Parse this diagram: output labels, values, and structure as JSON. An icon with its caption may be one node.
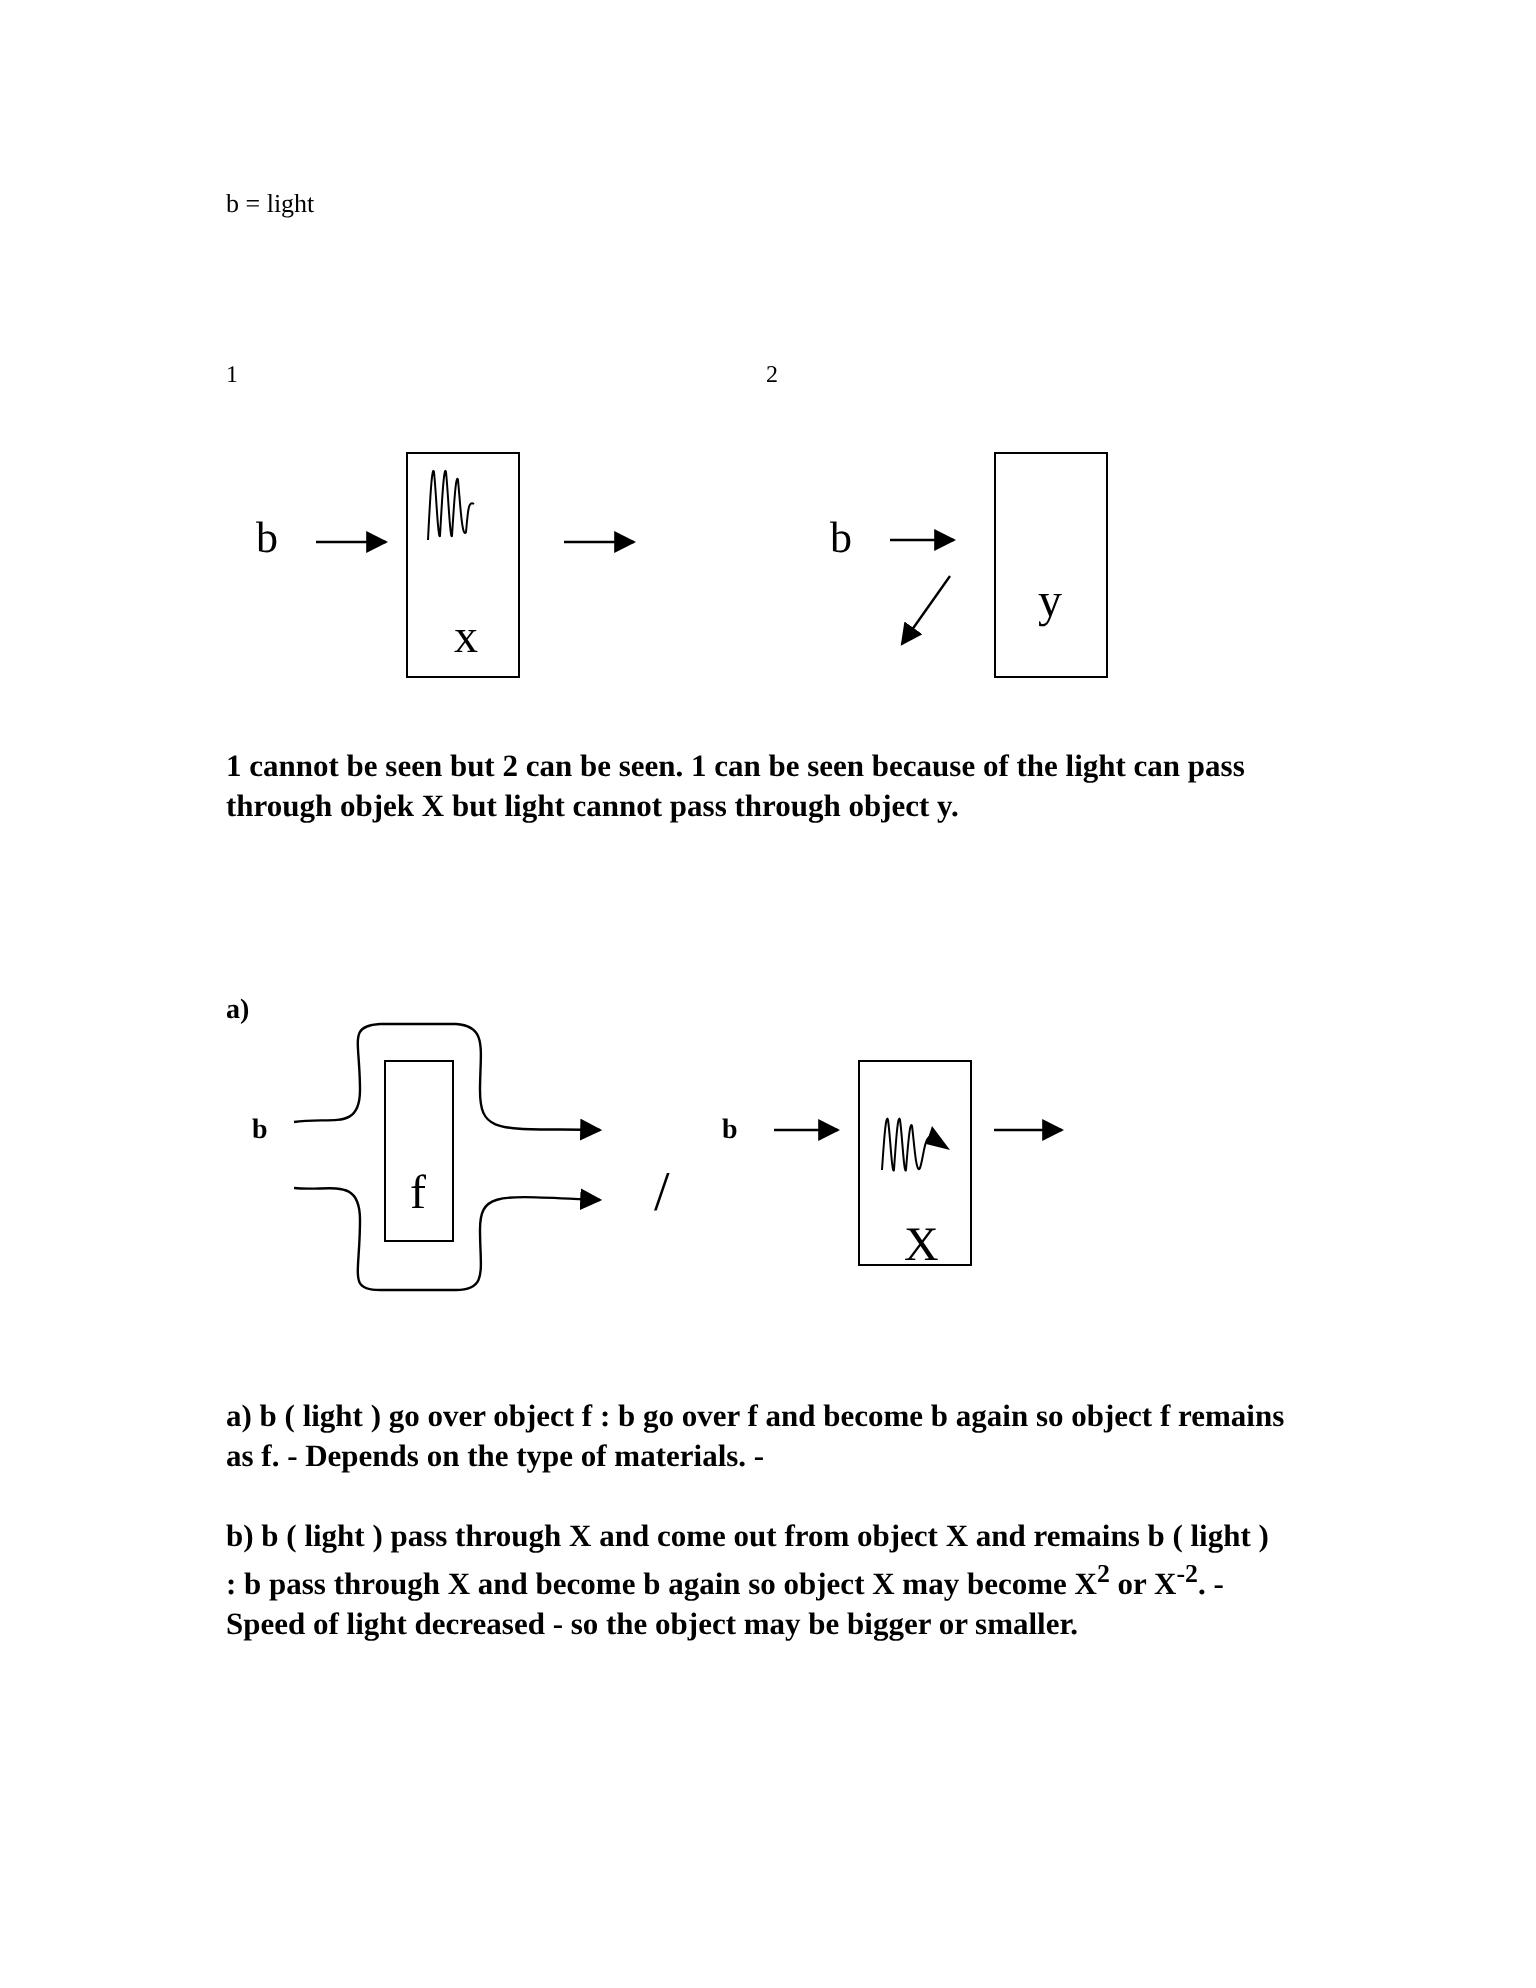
{
  "diagram": {
    "nodes": [
      {
        "text": [
          "b"
        ]
      },
      {
        "text": [
          "x"
        ]
      },
      {
        "text": [
          "b"
        ]
      },
      {
        "text": [
          "y"
        ]
      },
      {
        "text": [
          "b"
        ]
      },
      {
        "text": [
          "f"
        ]
      },
      {
        "text": [
          "b"
        ]
      },
      {
        "text": [
          "X"
        ]
      }
    ],
    "edges": [
      {
        "from": 0,
        "to": 1,
        "arrow": "to"
      },
      {
        "from": 2,
        "to": 3,
        "arrow": "to"
      },
      {
        "from": 4,
        "to": null,
        "arrow": "to"
      },
      {
        "from": 4,
        "to": null,
        "arrow": "to"
      },
      {
        "from": 6,
        "to": 7,
        "arrow": "to"
      }
    ],
    "labels": [
      "b = light",
      "1",
      "2",
      "1 cannot be seen but 2 can be seen. 1 can be seen because of the light can pass through objek X but light cannot pass through object y.",
      "a)",
      "/",
      "a) b ( light ) go over object f  : b  go over f and become b again so object f remains as f. - Depends on the type of materials. -",
      "b) b ( light ) pass through X and come out from object X and remains b ( light ) : b pass through X and become b again so object X may become X$^{2}$ or X$^{-2}$. - Speed of light decreased - so the object may be bigger or smaller."
    ]
  }
}
